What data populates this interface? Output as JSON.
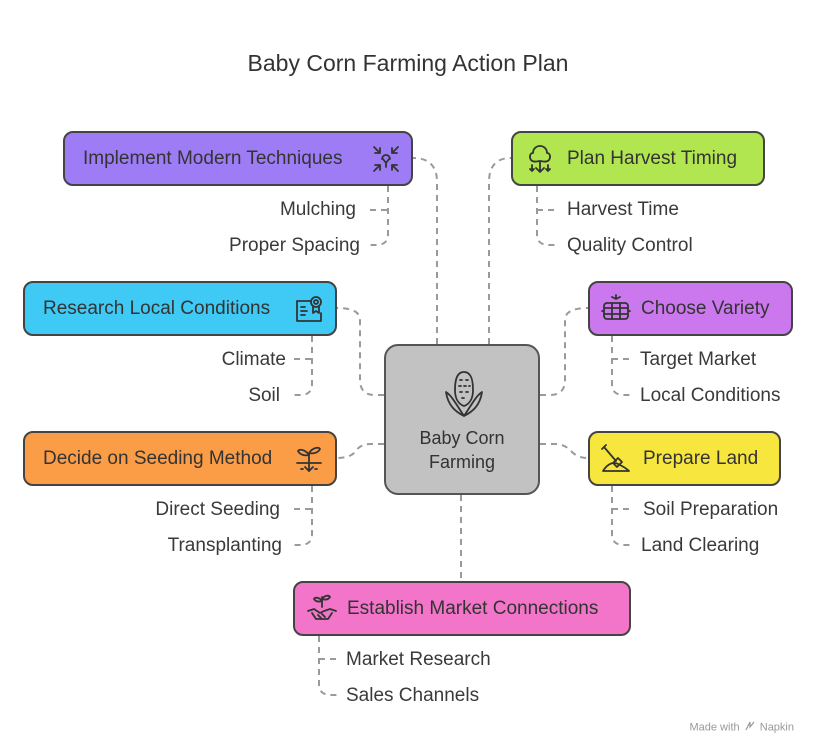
{
  "title": "Baby Corn Farming Action Plan",
  "center": {
    "label_line1": "Baby Corn",
    "label_line2": "Farming"
  },
  "nodes": {
    "implement": {
      "label": "Implement Modern Techniques",
      "color": "#9d7cf5",
      "icon": "arrows-converge-icon",
      "items": [
        "Mulching",
        "Proper Spacing"
      ]
    },
    "harvest": {
      "label": "Plan Harvest Timing",
      "color": "#b2e650",
      "icon": "harvest-timing-icon",
      "items": [
        "Harvest Time",
        "Quality Control"
      ]
    },
    "research": {
      "label": "Research Local Conditions",
      "color": "#3fc9f5",
      "icon": "research-document-icon",
      "items": [
        "Climate",
        "Soil"
      ]
    },
    "variety": {
      "label": "Choose Variety",
      "color": "#cb78ee",
      "icon": "corn-variety-icon",
      "items": [
        "Target Market",
        "Local Conditions"
      ]
    },
    "seeding": {
      "label": "Decide on Seeding Method",
      "color": "#fb9d47",
      "icon": "seedling-icon",
      "items": [
        "Direct Seeding",
        "Transplanting"
      ]
    },
    "land": {
      "label": "Prepare Land",
      "color": "#f7e63e",
      "icon": "shovel-soil-icon",
      "items": [
        "Soil Preparation",
        "Land Clearing"
      ]
    },
    "market": {
      "label": "Establish Market Connections",
      "color": "#f275c9",
      "icon": "handshake-plant-icon",
      "items": [
        "Market Research",
        "Sales Channels"
      ]
    }
  },
  "footer": {
    "made_with": "Made with",
    "brand": "Napkin"
  }
}
